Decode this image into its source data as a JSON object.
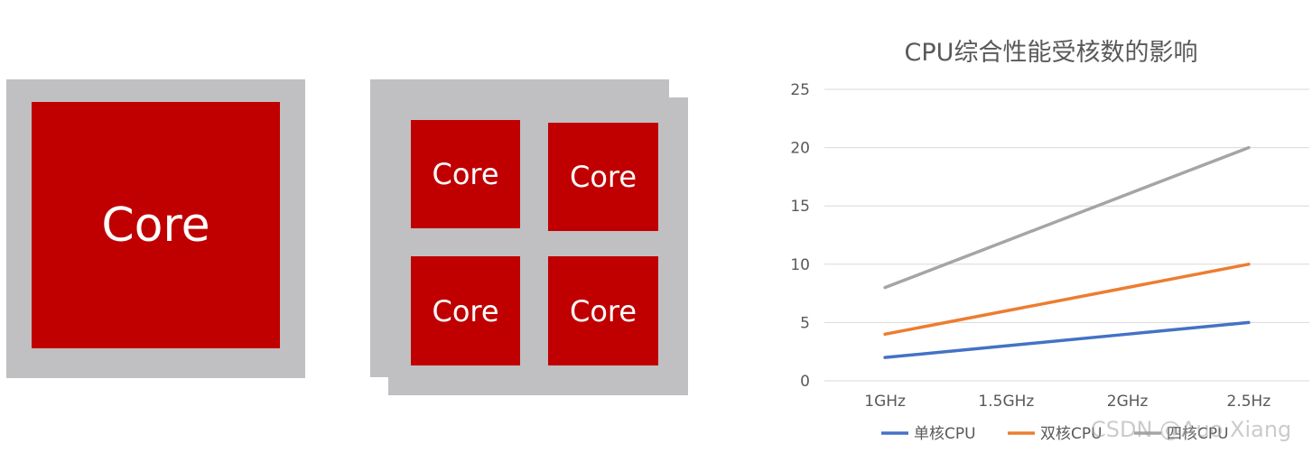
{
  "single_core_cpu": {
    "core_label": "Core"
  },
  "quad_core_cpu": {
    "core_labels": [
      "Core",
      "Core",
      "Core",
      "Core"
    ]
  },
  "colors": {
    "package": "#c0bfc1",
    "core": "#c00000",
    "gridline": "#d9d9d9",
    "axis_text": "#595959"
  },
  "chart_data": {
    "type": "line",
    "title": "CPU综合性能受核数的影响",
    "categories": [
      "1GHz",
      "1.5GHz",
      "2GHz",
      "2.5Hz"
    ],
    "series": [
      {
        "name": "单核CPU",
        "values": [
          2,
          3,
          4,
          5
        ],
        "color": "#4472c4"
      },
      {
        "name": "双核CPU",
        "values": [
          4,
          6,
          8,
          10
        ],
        "color": "#ed7d31"
      },
      {
        "name": "四核CPU",
        "values": [
          8,
          12,
          16,
          20
        ],
        "color": "#a5a5a5"
      }
    ],
    "yticks": [
      0,
      5,
      10,
      15,
      20,
      25
    ],
    "ylim": [
      0,
      25
    ],
    "grid": true,
    "legend": "bottom"
  },
  "watermark": "CSDN @Auo Xiang"
}
